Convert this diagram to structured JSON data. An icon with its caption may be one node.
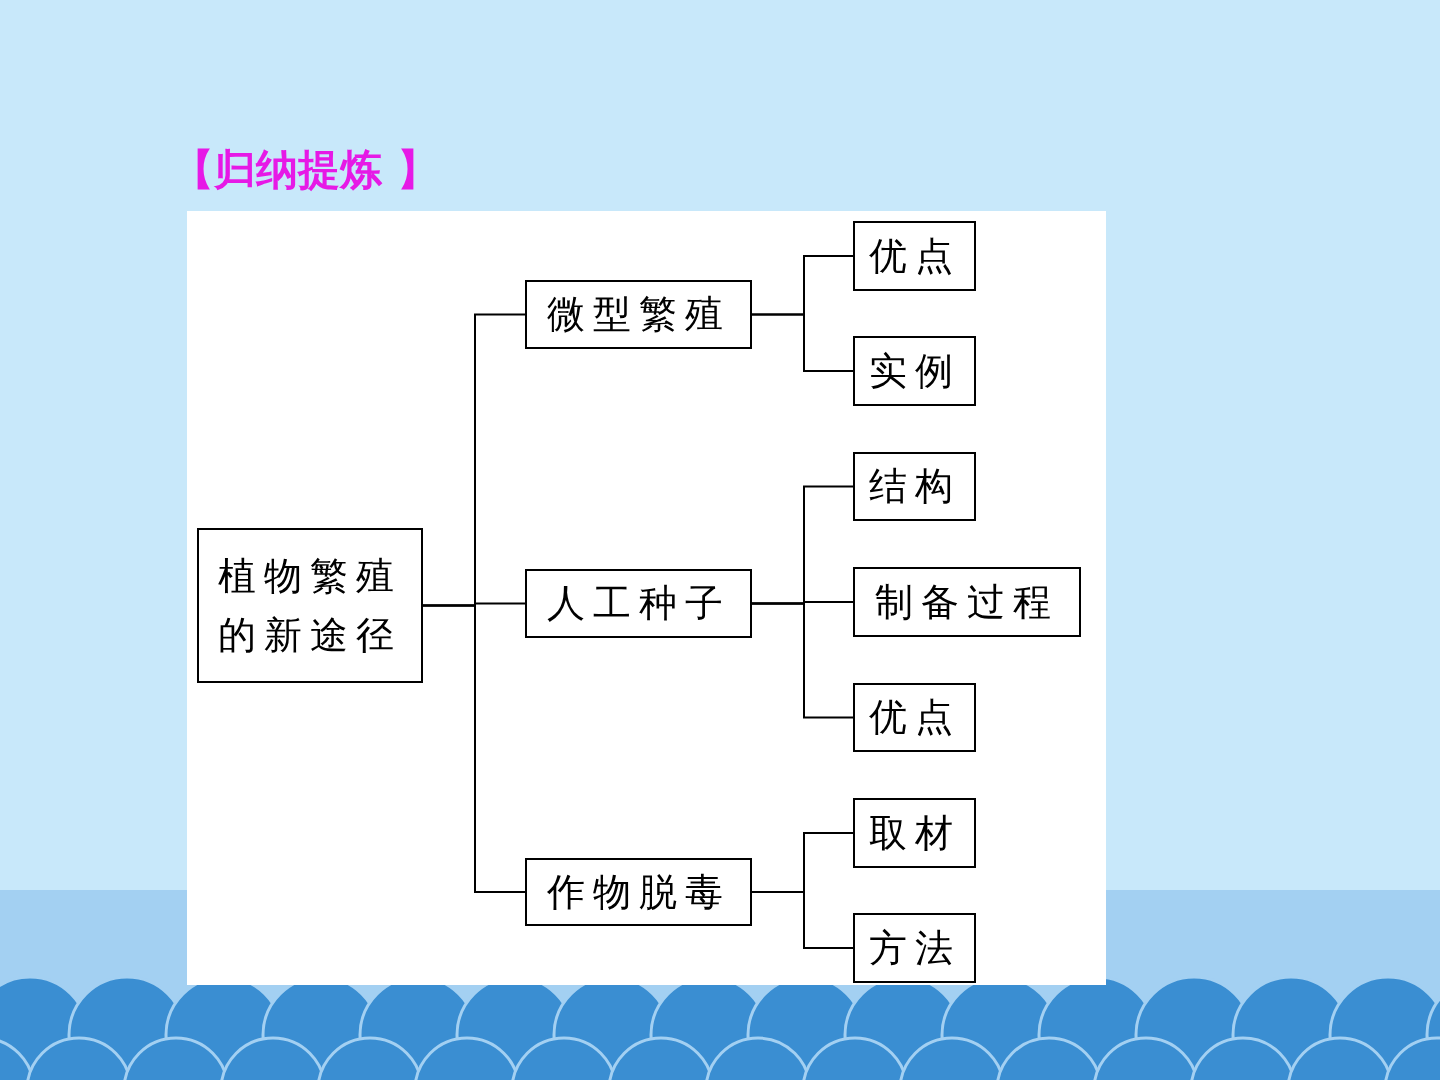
{
  "diagram": {
    "title": "【归纳提炼 】",
    "nodes": [
      {
        "text": [
          "植物繁殖的新途径"
        ]
      },
      {
        "text": [
          "微型繁殖"
        ]
      },
      {
        "text": [
          "人工种子"
        ]
      },
      {
        "text": [
          "作物脱毒"
        ]
      },
      {
        "text": [
          "优点"
        ]
      },
      {
        "text": [
          "实例"
        ]
      },
      {
        "text": [
          "结构"
        ]
      },
      {
        "text": [
          "制备过程"
        ]
      },
      {
        "text": [
          "优点"
        ]
      },
      {
        "text": [
          "取材"
        ]
      },
      {
        "text": [
          "方法"
        ]
      }
    ],
    "edges": [
      {
        "from": 0,
        "to": 1,
        "arrow": "none"
      },
      {
        "from": 0,
        "to": 2,
        "arrow": "none"
      },
      {
        "from": 0,
        "to": 3,
        "arrow": "none"
      },
      {
        "from": 1,
        "to": 4,
        "arrow": "none"
      },
      {
        "from": 1,
        "to": 5,
        "arrow": "none"
      },
      {
        "from": 2,
        "to": 6,
        "arrow": "none"
      },
      {
        "from": 2,
        "to": 7,
        "arrow": "none"
      },
      {
        "from": 2,
        "to": 8,
        "arrow": "none"
      },
      {
        "from": 3,
        "to": 9,
        "arrow": "none"
      },
      {
        "from": 3,
        "to": 10,
        "arrow": "none"
      }
    ]
  }
}
